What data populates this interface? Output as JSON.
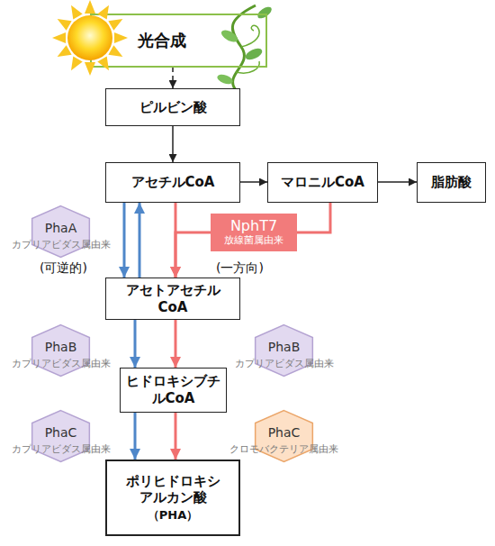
{
  "diagram": {
    "nodes": [
      {
        "text": [
          "光合成"
        ]
      },
      {
        "text": [
          "ピルビン酸"
        ]
      },
      {
        "text": [
          "アセチルCoA"
        ]
      },
      {
        "text": [
          "マロニルCoA"
        ]
      },
      {
        "text": [
          "脂肪酸"
        ]
      },
      {
        "text": [
          "PhaA",
          "カプリアビダス属由来"
        ]
      },
      {
        "text": [
          "NphT7",
          "放線菌属由来"
        ]
      },
      {
        "text": [
          "アセトアセチル CoA"
        ]
      },
      {
        "text": [
          "PhaB",
          "カプリアビダス属由来"
        ]
      },
      {
        "text": [
          "PhaB",
          "カプリアビダス属由来"
        ]
      },
      {
        "text": [
          "ヒドロキシブチ ルCoA"
        ]
      },
      {
        "text": [
          "PhaC",
          "カプリアビダス属由来"
        ]
      },
      {
        "text": [
          "PhaC",
          "クロモバクテリア属由来"
        ]
      },
      {
        "text": [
          "ポリヒドロキシ アルカン酸",
          "（PHA）"
        ]
      }
    ],
    "edges": [
      {
        "from": 0,
        "to": 1,
        "arrow": "to"
      },
      {
        "from": 1,
        "to": 2,
        "arrow": "to"
      },
      {
        "from": 2,
        "to": 3,
        "arrow": "to"
      },
      {
        "from": 3,
        "to": 4,
        "arrow": "to"
      },
      {
        "from": 2,
        "to": 7,
        "arrow": "to"
      },
      {
        "from": 7,
        "to": 2,
        "arrow": "to"
      },
      {
        "from": 2,
        "to": 7,
        "arrow": "to"
      },
      {
        "from": 3,
        "to": 7,
        "arrow": "to"
      },
      {
        "from": 7,
        "to": 10,
        "arrow": "to"
      },
      {
        "from": 7,
        "to": 10,
        "arrow": "to"
      },
      {
        "from": 10,
        "to": 13,
        "arrow": "to"
      },
      {
        "from": 10,
        "to": 13,
        "arrow": "to"
      }
    ],
    "labels": [
      "(可逆的)",
      "(一方向)"
    ]
  }
}
